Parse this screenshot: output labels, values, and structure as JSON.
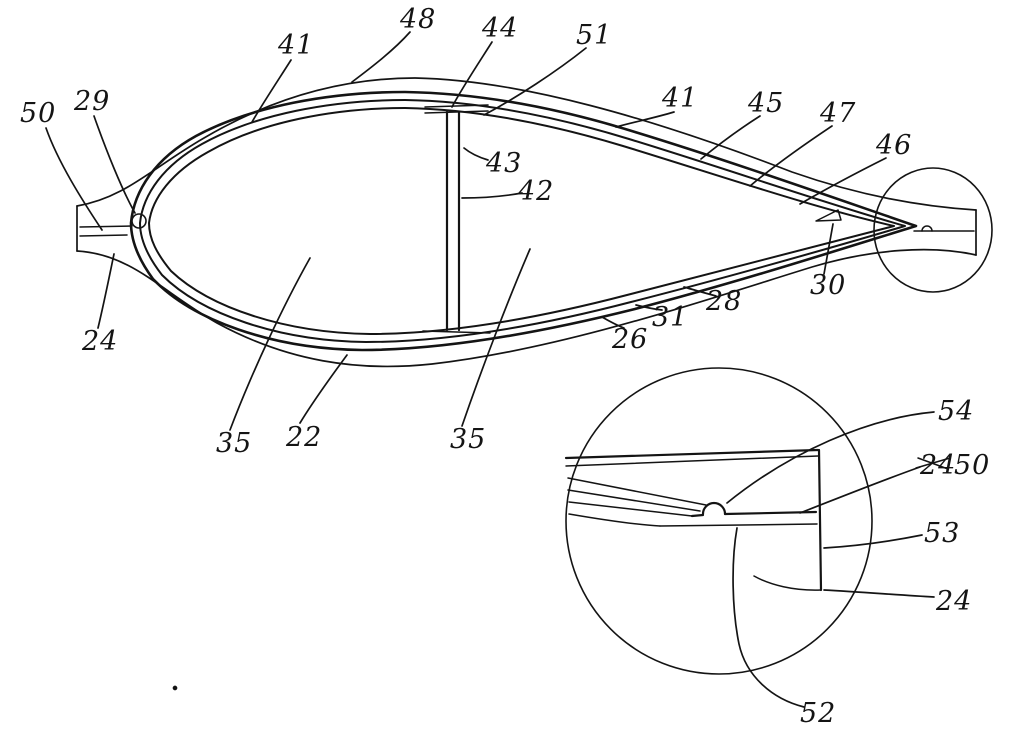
{
  "figure": {
    "background": "#ffffff",
    "line_color": "#141414",
    "labels": {
      "l50_left": "50",
      "l29": "29",
      "l41_top": "41",
      "l48": "48",
      "l44": "44",
      "l51": "51",
      "l43": "43",
      "l42": "42",
      "l41_right": "41",
      "l45": "45",
      "l47": "47",
      "l46": "46",
      "l30": "30",
      "l24_left": "24",
      "l26": "26",
      "l31": "31",
      "l28": "28",
      "l35_left": "35",
      "l22": "22",
      "l35_right": "35",
      "d54": "54",
      "d24_struck": "24",
      "d50": "50",
      "d53": "53",
      "d24": "24",
      "d52": "52"
    }
  }
}
